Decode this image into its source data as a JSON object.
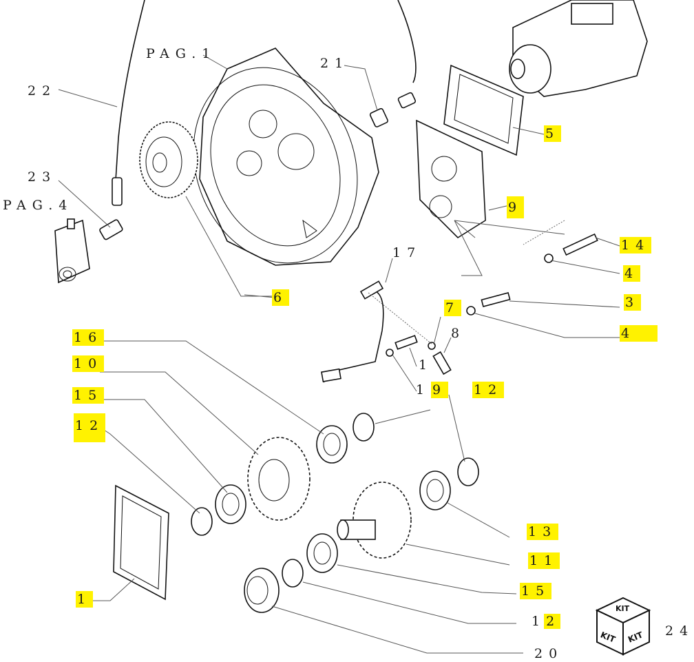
{
  "labels": {
    "pag1": "PAG.1",
    "pag4": "PAG.4",
    "p21": "21",
    "p22": "22",
    "p23": "23",
    "p5": "5",
    "p9": "9",
    "p14": "14",
    "p4a": "4",
    "p6": "6",
    "p17": "17",
    "p7": "7",
    "p3": "3",
    "p4b": "4",
    "p8": "8",
    "p16": "16",
    "p10": "10",
    "p1a": "1",
    "p15a": "15",
    "p1b": "1",
    "p9b": "9",
    "p12a": "12",
    "p12b": "12",
    "p13": "13",
    "p11": "11",
    "p15b": "15",
    "p1c": "1",
    "p12c": "12",
    "p20": "20",
    "p24": "24"
  },
  "kit_icon": {
    "top": "KIT",
    "left": "KIT",
    "right": "KIT"
  },
  "highlight_color": "#fff200"
}
